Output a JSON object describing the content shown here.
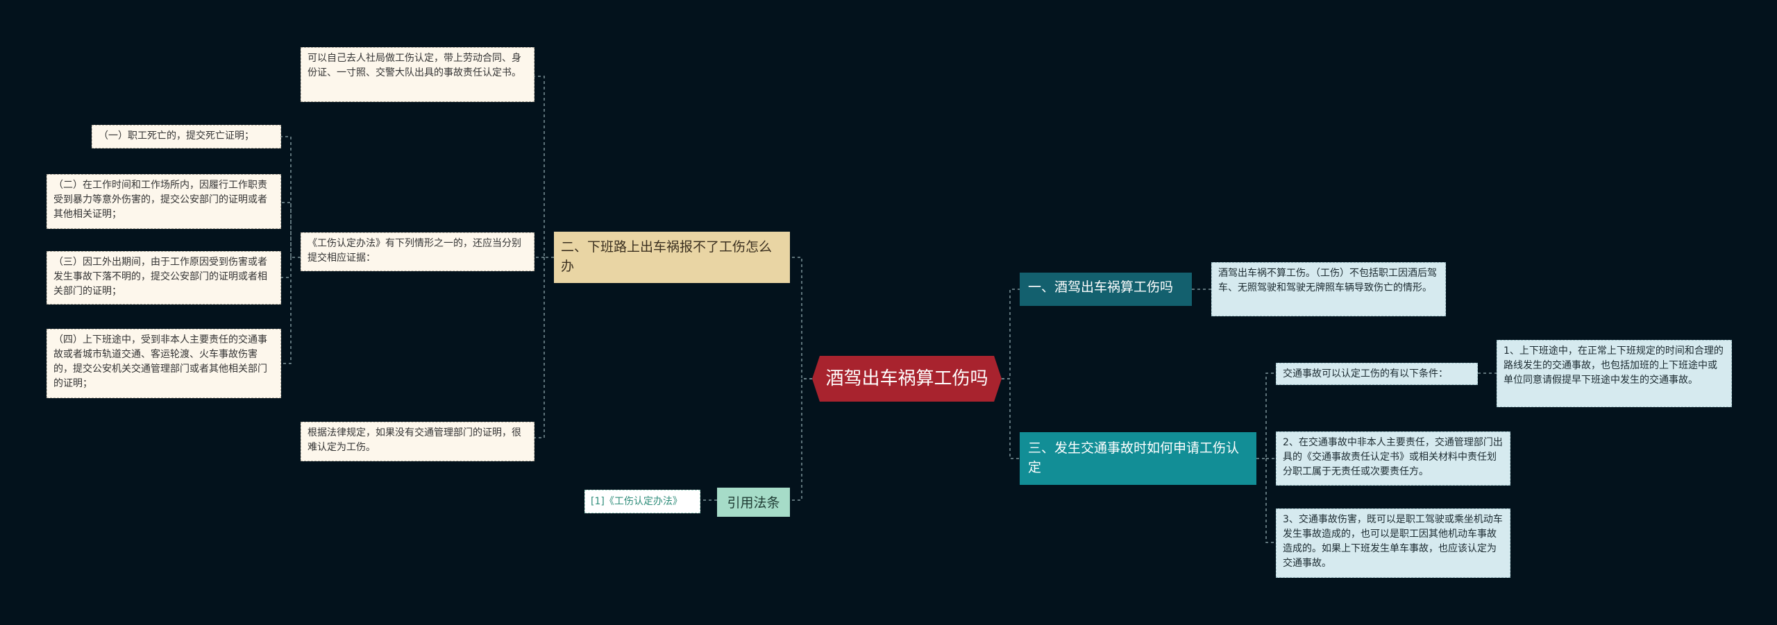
{
  "root": {
    "label": "酒驾出车祸算工伤吗"
  },
  "left": {
    "branch2": {
      "label": "二、下班路上出车祸报不了工伤怎么办",
      "item_a": "可以自己去人社局做工伤认定，带上劳动合同、身份证、一寸照、交警大队出具的事故责任认定书。",
      "item_b": {
        "label": "《工伤认定办法》有下列情形之一的，还应当分别提交相应证据：",
        "children": [
          "（一）职工死亡的，提交死亡证明；",
          "（二）在工作时间和工作场所内，因履行工作职责受到暴力等意外伤害的，提交公安部门的证明或者其他相关证明；",
          "（三）因工外出期间，由于工作原因受到伤害或者发生事故下落不明的，提交公安部门的证明或者相关部门的证明；",
          "（四）上下班途中，受到非本人主要责任的交通事故或者城市轨道交通、客运轮渡、火车事故伤害的，提交公安机关交通管理部门或者其他相关部门的证明；"
        ]
      },
      "item_c": "根据法律规定，如果没有交通管理部门的证明，很难认定为工伤。"
    },
    "refs": {
      "label": "引用法条",
      "items": [
        "[1]《工伤认定办法》"
      ]
    }
  },
  "right": {
    "branch1": {
      "label": "一、酒驾出车祸算工伤吗",
      "item": "酒驾出车祸不算工伤。（工伤）不包括职工因酒后驾车、无照驾驶和驾驶无牌照车辆导致伤亡的情形。"
    },
    "branch3": {
      "label": "三、发生交通事故时如何申请工伤认定",
      "item_1": {
        "label": "交通事故可以认定工伤的有以下条件：",
        "child": "1、上下班途中，在正常上下班规定的时间和合理的路线发生的交通事故，也包括加班的上下班途中或单位同意请假提早下班途中发生的交通事故。"
      },
      "item_2": "2、在交通事故中非本人主要责任，交通管理部门出具的《交通事故责任认定书》或相关材料中责任划分职工属于无责任或次要责任方。",
      "item_3": "3、交通事故伤害，既可以是职工驾驶或乘坐机动车发生事故造成的，也可以是职工因其他机动车事故造成的。如果上下班发生单车事故，也应该认定为交通事故。"
    }
  },
  "colors": {
    "background": "#03121c",
    "root": "#a8232e",
    "branch_tan": "#e9d5a4",
    "branch_teal_dark": "#13606e",
    "branch_teal": "#128e96",
    "branch_green": "#a6dcc8",
    "connector": "#6e8a93"
  }
}
